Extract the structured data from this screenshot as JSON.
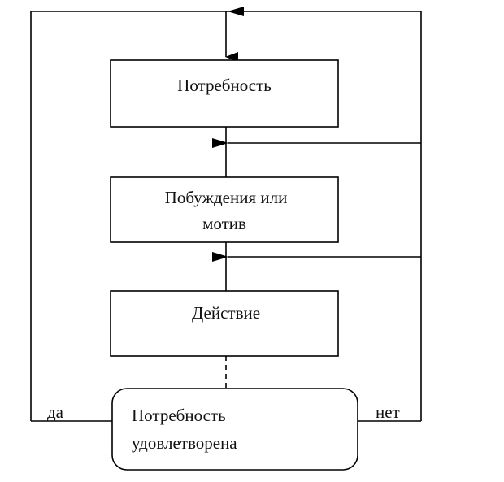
{
  "diagram": {
    "nodes": {
      "need": {
        "lines": [
          "Потребность"
        ]
      },
      "motive": {
        "lines": [
          "Побуждения или",
          "мотив"
        ]
      },
      "action": {
        "lines": [
          "Действие"
        ]
      },
      "satisfied": {
        "lines": [
          "Потребность",
          "удовлетворена"
        ]
      }
    },
    "edge_labels": {
      "yes": "да",
      "no": "нет"
    }
  }
}
